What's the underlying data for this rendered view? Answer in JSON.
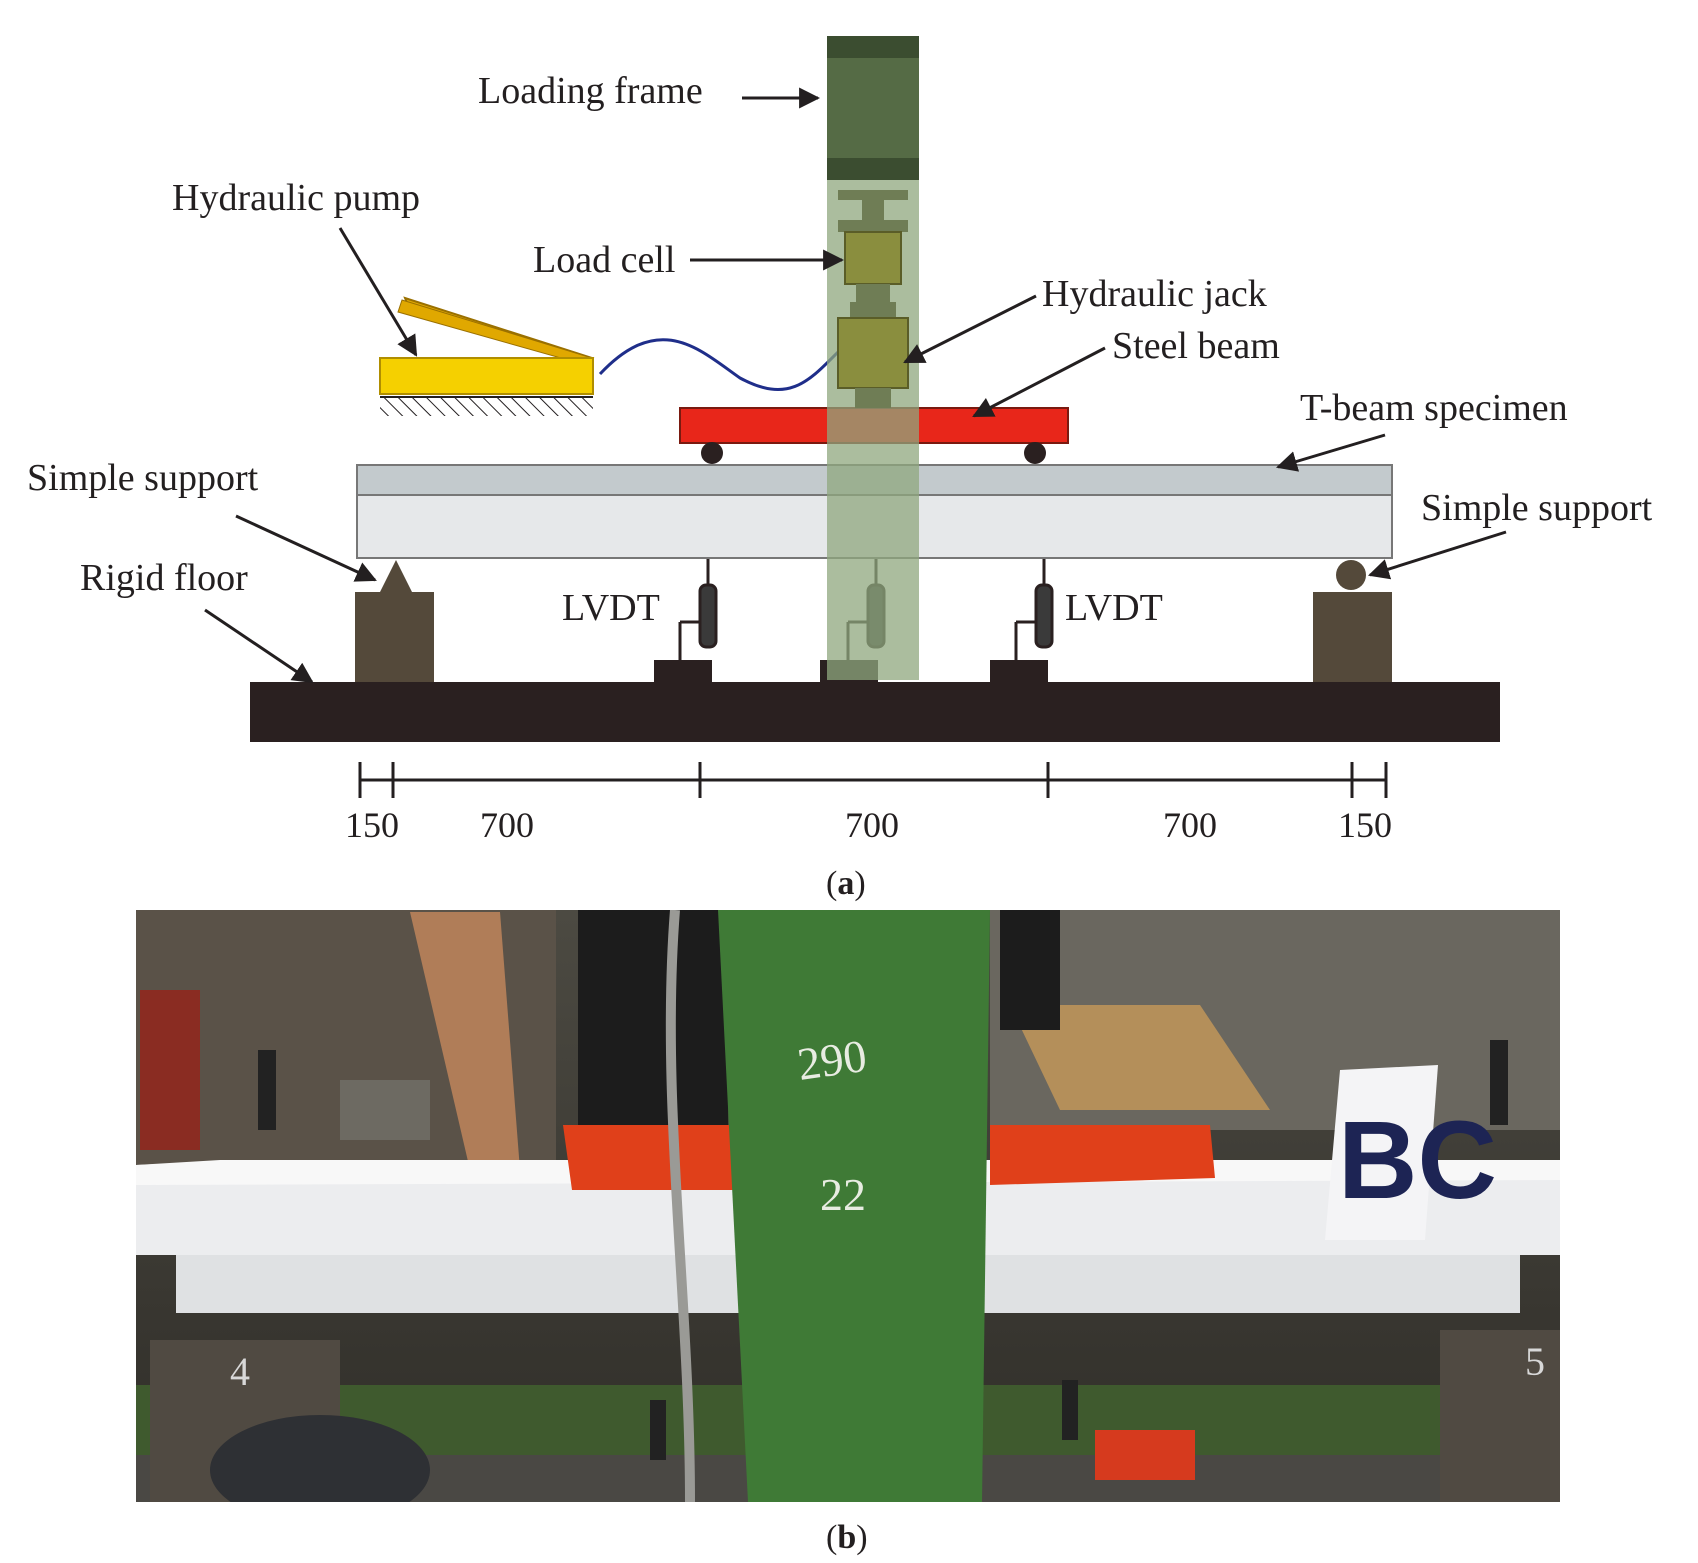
{
  "panel_a": {
    "labels": {
      "loading_frame": "Loading frame",
      "hydraulic_pump": "Hydraulic pump",
      "load_cell": "Load cell",
      "hydraulic_jack": "Hydraulic jack",
      "steel_beam": "Steel beam",
      "t_beam_specimen": "T-beam specimen",
      "simple_support_left": "Simple support",
      "simple_support_right": "Simple support",
      "rigid_floor": "Rigid floor",
      "lvdt_left": "LVDT",
      "lvdt_right": "LVDT"
    },
    "dimensions": [
      "150",
      "700",
      "700",
      "700",
      "150"
    ],
    "caption_open": "(",
    "caption_letter": "a",
    "caption_close": ")"
  },
  "panel_b": {
    "sign_text": "BC",
    "support_marks": [
      "4",
      "5"
    ],
    "caption_open": "(",
    "caption_letter": "b",
    "caption_close": ")"
  },
  "colors": {
    "loading_frame": "#556b45",
    "frame_overlay": "#8fa77d",
    "load_cell": "#8a8e3e",
    "pump": "#f5d000",
    "pump_handle": "#e0a800",
    "steel_beam": "#e8261a",
    "t_beam_flange": "#c3cacd",
    "t_beam_web": "#e6e8ea",
    "supports": "#54493a",
    "floor": "#2a2020",
    "hose": "#1f2e8a"
  }
}
